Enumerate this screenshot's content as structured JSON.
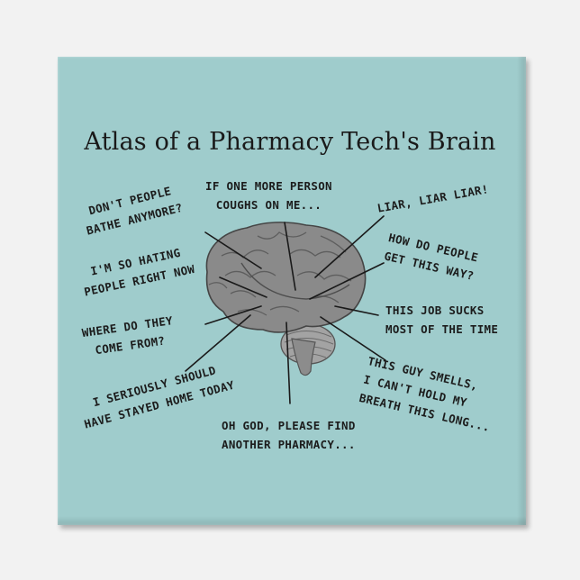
{
  "title": "Atlas of a Pharmacy Tech's Brain",
  "thoughts": [
    {
      "line1": "Don't people",
      "line2": "bathe anymore?"
    },
    {
      "line1": "If one more person",
      "line2": "coughs on me..."
    },
    {
      "line1": "Liar, liar liar!",
      "line2": ""
    },
    {
      "line1": "How do people",
      "line2": "get this way?"
    },
    {
      "line1": "I'm so hating",
      "line2": "people right now"
    },
    {
      "line1": "This job sucks",
      "line2": "most of the time"
    },
    {
      "line1": "Where do they",
      "line2": "come from?"
    },
    {
      "line1": "This guy smells,",
      "line2": "I can't hold my",
      "line3": "breath this long..."
    },
    {
      "line1": "I seriously should",
      "line2": "have stayed home today"
    },
    {
      "line1": "Oh God, please find",
      "line2": "another pharmacy..."
    }
  ],
  "colors": {
    "background": "#9fcccc",
    "brain": "#8a8a8a",
    "text": "#1c1c1c"
  }
}
